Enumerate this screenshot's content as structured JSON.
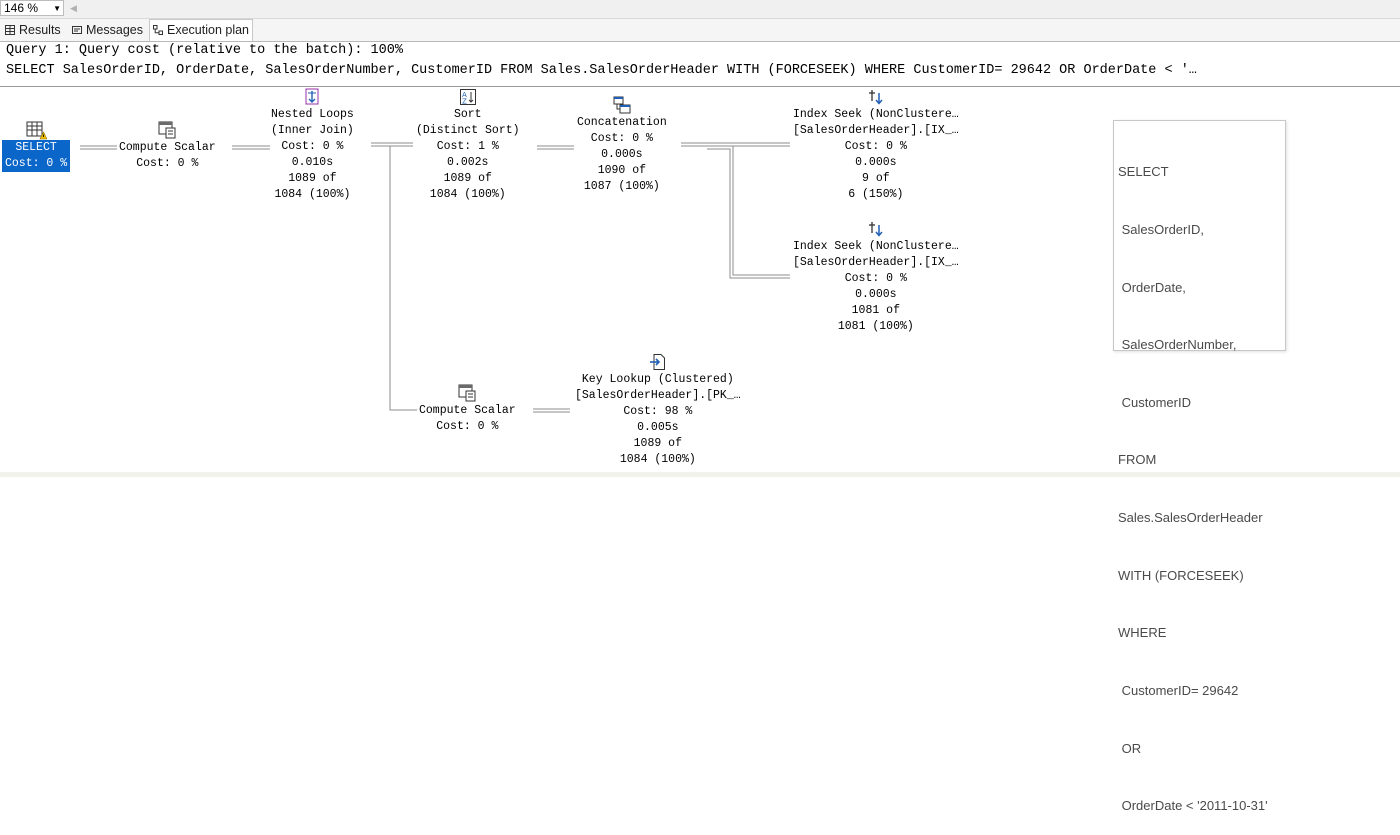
{
  "toolbar": {
    "zoom": "146 %"
  },
  "tabs": [
    {
      "label": "Results",
      "active": false,
      "icon": "grid-icon"
    },
    {
      "label": "Messages",
      "active": false,
      "icon": "messages-icon"
    },
    {
      "label": "Execution plan",
      "active": true,
      "icon": "execution-plan-icon"
    }
  ],
  "query": {
    "header": "Query 1: Query cost (relative to the batch): 100%",
    "sql": "SELECT SalesOrderID, OrderDate, SalesOrderNumber, CustomerID FROM Sales.SalesOrderHeader WITH (FORCESEEK) WHERE CustomerID= 29642 OR OrderDate < '…"
  },
  "plan": {
    "select": {
      "label": "SELECT",
      "cost": "Cost: 0 %",
      "icon": "select-warning-icon"
    },
    "compute_scalar_1": {
      "title": "Compute Scalar",
      "cost": "Cost: 0 %",
      "icon": "compute-scalar-icon"
    },
    "nested_loops": {
      "title": "Nested Loops",
      "subtitle": "(Inner Join)",
      "cost": "Cost: 0 %",
      "time": "0.010s",
      "rows": "1089 of",
      "estimate": "1084 (100%)",
      "icon": "nested-loops-icon"
    },
    "sort": {
      "title": "Sort",
      "subtitle": "(Distinct Sort)",
      "cost": "Cost: 1 %",
      "time": "0.002s",
      "rows": "1089 of",
      "estimate": "1084 (100%)",
      "icon": "sort-icon"
    },
    "concatenation": {
      "title": "Concatenation",
      "cost": "Cost: 0 %",
      "time": "0.000s",
      "rows": "1090 of",
      "estimate": "1087 (100%)",
      "icon": "concatenation-icon"
    },
    "index_seek_1": {
      "title": "Index Seek (NonClustere…",
      "object": "[SalesOrderHeader].[IX_…",
      "cost": "Cost: 0 %",
      "time": "0.000s",
      "rows": "9 of",
      "estimate": "6 (150%)",
      "icon": "index-seek-icon"
    },
    "index_seek_2": {
      "title": "Index Seek (NonClustere…",
      "object": "[SalesOrderHeader].[IX_…",
      "cost": "Cost: 0 %",
      "time": "0.000s",
      "rows": "1081 of",
      "estimate": "1081 (100%)",
      "icon": "index-seek-icon"
    },
    "compute_scalar_2": {
      "title": "Compute Scalar",
      "cost": "Cost: 0 %",
      "icon": "compute-scalar-icon"
    },
    "key_lookup": {
      "title": "Key Lookup (Clustered)",
      "object": "[SalesOrderHeader].[PK_…",
      "cost": "Cost: 98 %",
      "time": "0.005s",
      "rows": "1089 of",
      "estimate": "1084 (100%)",
      "icon": "key-lookup-icon"
    }
  },
  "tooltip": {
    "lines": [
      "SELECT",
      " SalesOrderID,",
      " OrderDate,",
      " SalesOrderNumber,",
      " CustomerID",
      "FROM",
      "Sales.SalesOrderHeader",
      "WITH (FORCESEEK)",
      "WHERE",
      " CustomerID= 29642",
      " OR",
      " OrderDate < '2011-10-31'"
    ]
  },
  "colors": {
    "selection": "#0a66c9",
    "edge": "#8c8c8c",
    "icon_blue": "#1f5fb5",
    "warning": "#f2c200"
  }
}
